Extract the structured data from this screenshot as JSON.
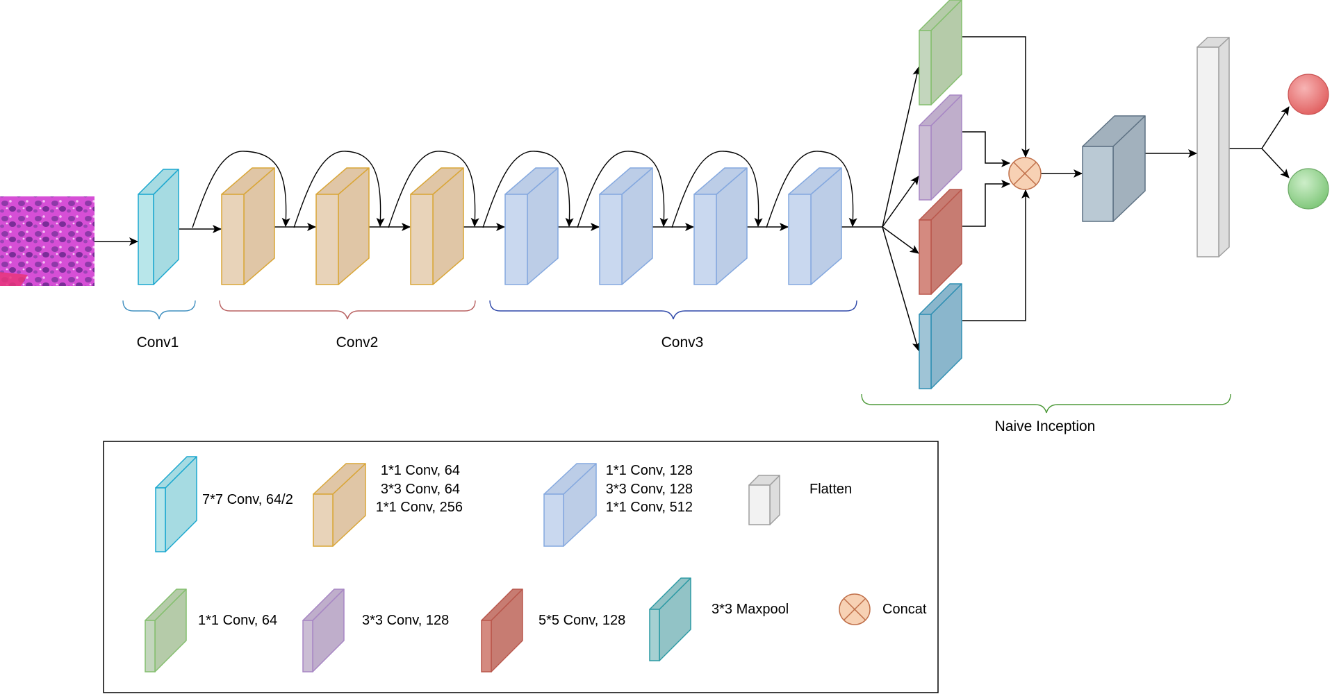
{
  "groups": {
    "conv1": "Conv1",
    "conv2": "Conv2",
    "conv3": "Conv3",
    "inception": "Naive Inception"
  },
  "legend": {
    "conv7": "7*7 Conv, 64/2",
    "bottleneck64": [
      "1*1 Conv, 64",
      "3*3 Conv, 64",
      "1*1 Conv, 256"
    ],
    "bottleneck128": [
      "1*1 Conv, 128",
      "3*3 Conv, 128",
      "1*1 Conv, 512"
    ],
    "flatten": "Flatten",
    "conv1x1": "1*1 Conv, 64",
    "conv3x3": "3*3 Conv, 128",
    "conv5x5": "5*5 Conv, 128",
    "maxpool": "3*3 Maxpool",
    "concat": "Concat"
  },
  "colors": {
    "conv7": {
      "front": "#b8e6ea",
      "side": "#a6dbe2",
      "stroke": "#1aa7cf"
    },
    "orange": {
      "front": "#e8d3b9",
      "side": "#e0c6a6",
      "stroke": "#d9a637"
    },
    "blue": {
      "front": "#c9d8ef",
      "side": "#bccde7",
      "stroke": "#84a8df"
    },
    "green": {
      "front": "#c3d6bd",
      "side": "#b5cba9",
      "stroke": "#84bf6e"
    },
    "purple": {
      "front": "#cbbdd4",
      "side": "#bfaecb",
      "stroke": "#a786c4"
    },
    "red": {
      "front": "#d48a80",
      "side": "#c77c72",
      "stroke": "#b9574c"
    },
    "maxpool": {
      "front": "#9fc4d6",
      "side": "#8ab6cc",
      "stroke": "#2f8fb3"
    },
    "teal": {
      "front": "#a5d0d2",
      "side": "#92c3c6",
      "stroke": "#2c9aa4"
    },
    "fc": {
      "front": "#bac9d4",
      "side": "#a2b1bd",
      "stroke": "#5d7183"
    },
    "flatten": {
      "front": "#f2f2f2",
      "side": "#dddddd",
      "stroke": "#9e9e9e"
    },
    "concat": {
      "fill": "#f7d1b4",
      "stroke": "#c0704a"
    },
    "out1": "#e57373",
    "out2": "#8fd18a"
  },
  "icons": {
    "input": "tissue-image-icon",
    "concat": "concat-circled-x-icon",
    "output": "output-node-icon"
  }
}
